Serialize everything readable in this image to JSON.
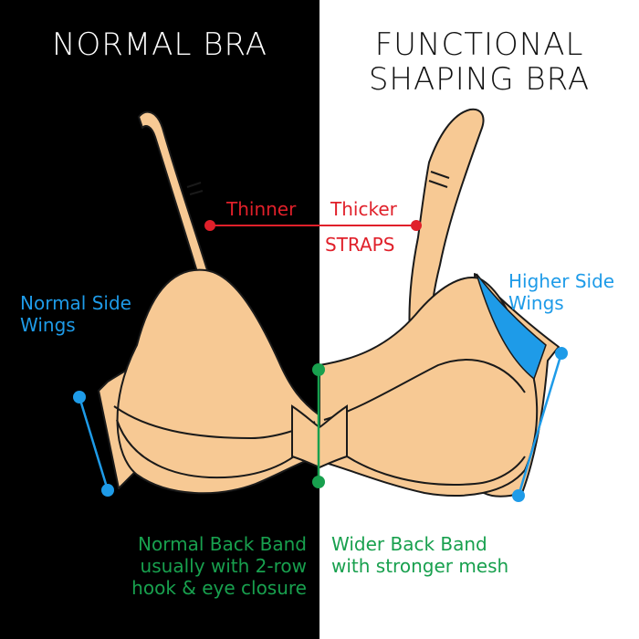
{
  "titles": {
    "left": "NORMAL BRA",
    "right_line1": "FUNCTIONAL",
    "right_line2": "SHAPING BRA"
  },
  "labels": {
    "thinner": "Thinner",
    "thicker": "Thicker",
    "straps": "STRAPS",
    "normal_side_wings_line1": "Normal Side",
    "normal_side_wings_line2": "Wings",
    "higher_side_wings_line1": "Higher Side",
    "higher_side_wings_line2": "Wings",
    "normal_back_band_line1": "Normal Back Band",
    "normal_back_band_line2": "usually with 2-row",
    "normal_back_band_line3": "hook & eye closure",
    "wider_back_band_line1": "Wider Back Band",
    "wider_back_band_line2": "with stronger mesh"
  },
  "colors": {
    "left_background": "#000000",
    "right_background": "#ffffff",
    "fabric": "#f7c994",
    "outline": "#1a1a1a",
    "strap_marker": "#e0202a",
    "wing_marker": "#1e9be8",
    "band_marker": "#18a04e"
  }
}
